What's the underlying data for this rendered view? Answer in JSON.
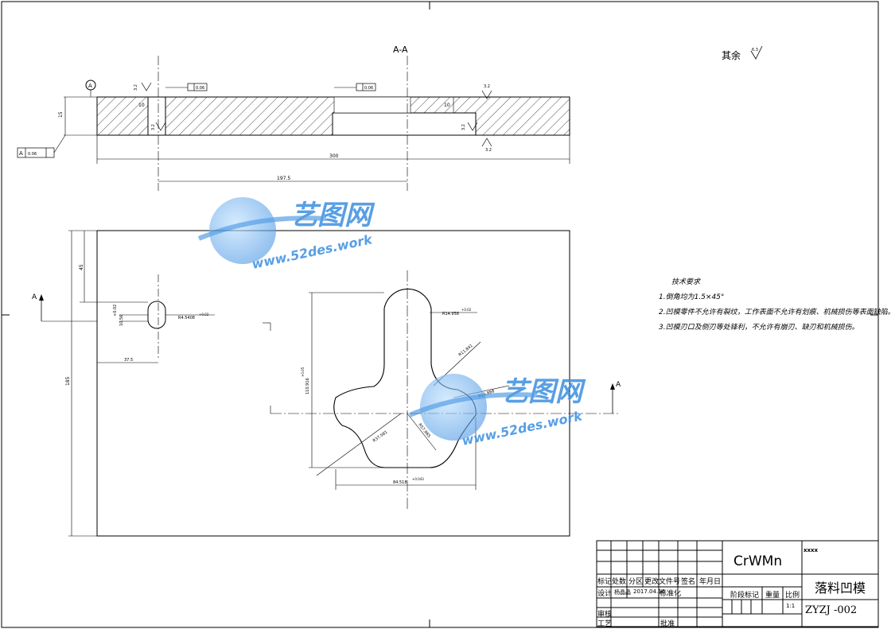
{
  "section_label": "A-A",
  "roughness_note": {
    "prefix": "其余",
    "value": "6.3"
  },
  "datum": {
    "label": "A",
    "frame_value": "0.06"
  },
  "section_view": {
    "roughness": [
      "3.2",
      "3.2",
      "3.2",
      "3.2",
      "3.2"
    ],
    "tol_frame_left": "0.06",
    "tol_frame_right": "0.06",
    "dims": {
      "thickness": "15",
      "length": "300",
      "hole_pos": "197.5",
      "pocket_depth": "10",
      "small_dim": "10"
    }
  },
  "plan_view": {
    "view_marker": "A",
    "dims": {
      "top_offset": "45",
      "height": "185",
      "slot_w": "+0.02",
      "slot_h": "10.56",
      "slot_x": "37.5",
      "slot_r": "R4.5408",
      "slot_r_tol": "+0.02",
      "height_110": "110.916",
      "height_110_tol": "+0.05",
      "r_top": "R14.958",
      "r_top_tol": "+0.02",
      "r_115": "R11.841",
      "r_15": "R15.868",
      "r_37": "R37.581",
      "r_57": "R57.865",
      "width_bottom": "84.518",
      "width_bottom_tol": "+0.043"
    }
  },
  "tech_requirements": {
    "title": "技术要求",
    "items": [
      "1.倒角均为1.5×45°",
      "2.凹模零件不允许有裂纹，工作表面不允许有划痕、机械损伤等表面缺陷。",
      "3.凹模刃口及侧刃等处锋利，不允许有崩刃、缺刃和机械损伤。"
    ]
  },
  "watermark": {
    "brand": "艺图网",
    "url": "www.52des.work"
  },
  "title_block": {
    "material": "CrWMn",
    "company": "xxxx",
    "part_name": "落料凹模",
    "drawing_no": "ZYZJ -002",
    "scale": "1:1",
    "headers": [
      "标记",
      "处数",
      "分区",
      "更改文件号",
      "签名",
      "年月日"
    ],
    "row_design": {
      "role": "设计",
      "name": "杨晶晶",
      "date": "2017.04.16",
      "std": "标准化"
    },
    "stage_label": "阶段标记",
    "weight_label": "重量",
    "scale_label": "比例",
    "review_label": "审核",
    "process_label": "工艺",
    "approve_label": "批准"
  }
}
